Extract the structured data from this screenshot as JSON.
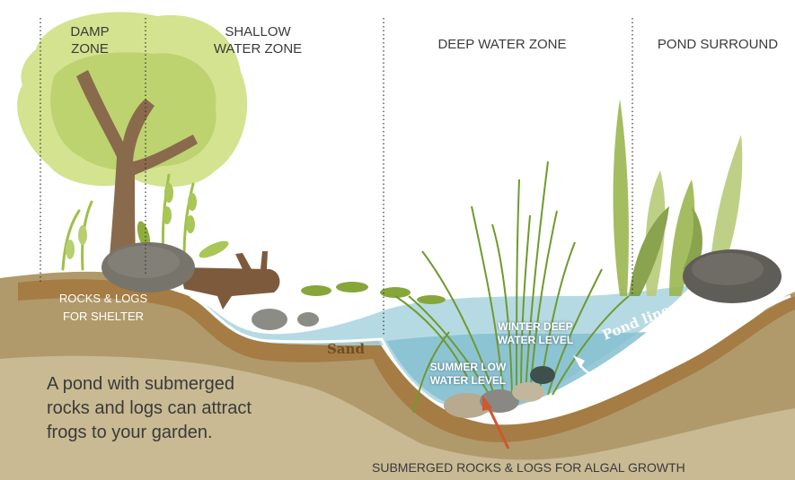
{
  "colors": {
    "ground_dark": "#b09a6b",
    "ground_light": "#c9ba93",
    "soil_band": "#a57c43",
    "sand_line": "#ffffff",
    "water": "#a9d3de",
    "water_deep": "#86bfd1",
    "tree_canopy_light": "#d3e38f",
    "tree_canopy_dark": "#b9d06a",
    "trunk": "#8a6a4c",
    "plant_green": "#8fae3c",
    "rock_grey": "#6f6d67",
    "arrow_red": "#d2562f"
  },
  "zones": {
    "damp": [
      "DAMP",
      "ZONE"
    ],
    "shallow": [
      "SHALLOW",
      "WATER ZONE"
    ],
    "deep": "DEEP WATER ZONE",
    "surround": "POND SURROUND"
  },
  "labels": {
    "rocks_logs_shelter": [
      "ROCKS & LOGS",
      "FOR SHELTER"
    ],
    "sand": "Sand",
    "pond_liner": "Pond liner",
    "winter_level": [
      "WINTER DEEP",
      "WATER LEVEL"
    ],
    "summer_level": [
      "SUMMER LOW",
      "WATER LEVEL"
    ],
    "submerged": "SUBMERGED ROCKS & LOGS FOR ALGAL GROWTH"
  },
  "caption": [
    "A pond with submerged",
    "rocks and logs can attract",
    "frogs to your garden."
  ],
  "icons": {
    "liner_arrow": "curved-arrow-icon",
    "growth_arrow": "red-arrow-icon"
  }
}
